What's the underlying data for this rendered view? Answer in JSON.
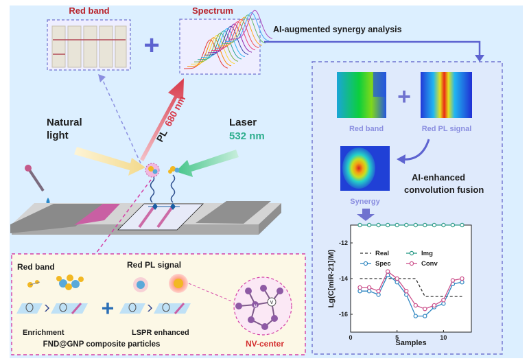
{
  "top": {
    "red_band_title": "Red band",
    "spectrum_title": "Spectrum",
    "plus": "+",
    "ai_title": "AI-augmented synergy analysis"
  },
  "center": {
    "natural_light_1": "Natural",
    "natural_light_2": "light",
    "laser_1": "Laser",
    "laser_2": "532 nm",
    "pl_prefix": "PL",
    "pl_wavelength": "680 nm"
  },
  "ai_panel": {
    "red_band_label": "Red band",
    "red_pl_label": "Red PL signal",
    "plus": "+",
    "fusion_1": "AI-enhanced",
    "fusion_2": "convolution fusion",
    "synergy_label": "Synergy"
  },
  "bottom_panel": {
    "red_band": "Red band",
    "red_pl_signal": "Red PL signal",
    "plus": "+",
    "enrichment": "Enrichment",
    "lspr": "LSPR enhanced",
    "composite": "FND@GNP composite particles",
    "nv_center": "NV-center",
    "n_label": "N",
    "v_label": "V"
  },
  "colors": {
    "background": "#dcefff",
    "dashed_border": "#6f72cf",
    "red_text": "#b8222a",
    "green_text": "#2fae8e",
    "arrow_blue": "#5d63d0",
    "bottom_bg": "#fcf8e6",
    "magenta_border": "#d43fa5"
  },
  "chart_data": {
    "type": "line",
    "title": "",
    "xlabel": "Samples",
    "ylabel": "Lg(C[miR-21]/M)",
    "xlim": [
      0,
      13
    ],
    "ylim": [
      -17,
      -11
    ],
    "x_ticks": [
      0,
      5,
      10
    ],
    "y_ticks": [
      -16,
      -14,
      -12
    ],
    "legend_placement": "center",
    "grid": false,
    "x": [
      1,
      2,
      3,
      4,
      5,
      6,
      7,
      8,
      9,
      10,
      11,
      12
    ],
    "series": [
      {
        "name": "Real",
        "style": "dashed",
        "color": "#333333",
        "values": [
          -14,
          -14,
          -14,
          -14,
          -14,
          -14,
          -14,
          -15,
          -15,
          -15,
          -15,
          -15
        ]
      },
      {
        "name": "Img",
        "style": "circle",
        "color": "#2a9a87",
        "values": [
          -11,
          -11,
          -11,
          -11,
          -11,
          -11,
          -11,
          -11,
          -11,
          -11,
          -11,
          -11
        ]
      },
      {
        "name": "Spec",
        "style": "circle",
        "color": "#2e86c1",
        "values": [
          -14.7,
          -14.7,
          -14.9,
          -13.8,
          -14.2,
          -14.9,
          -16.1,
          -16.1,
          -15.6,
          -15.4,
          -14.3,
          -14.2
        ]
      },
      {
        "name": "Conv",
        "style": "circle",
        "color": "#cc4f8a",
        "values": [
          -14.5,
          -14.5,
          -14.7,
          -13.6,
          -14.0,
          -14.7,
          -15.5,
          -15.7,
          -15.5,
          -15.2,
          -14.1,
          -14.0
        ]
      }
    ]
  }
}
